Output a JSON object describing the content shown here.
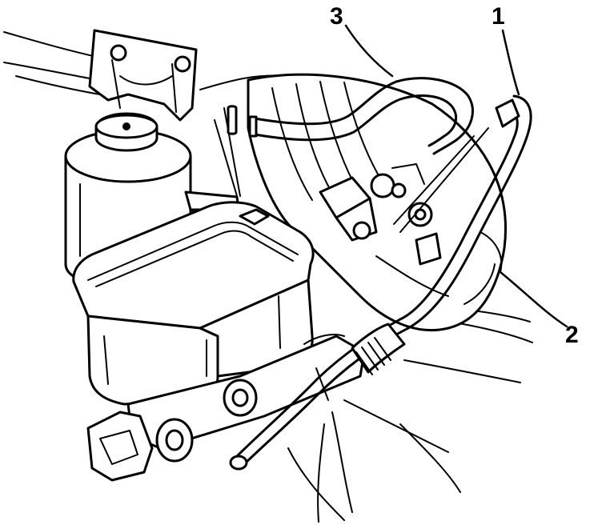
{
  "callouts": {
    "hose_outlet": "1",
    "booster": "2",
    "hose_return": "3"
  }
}
